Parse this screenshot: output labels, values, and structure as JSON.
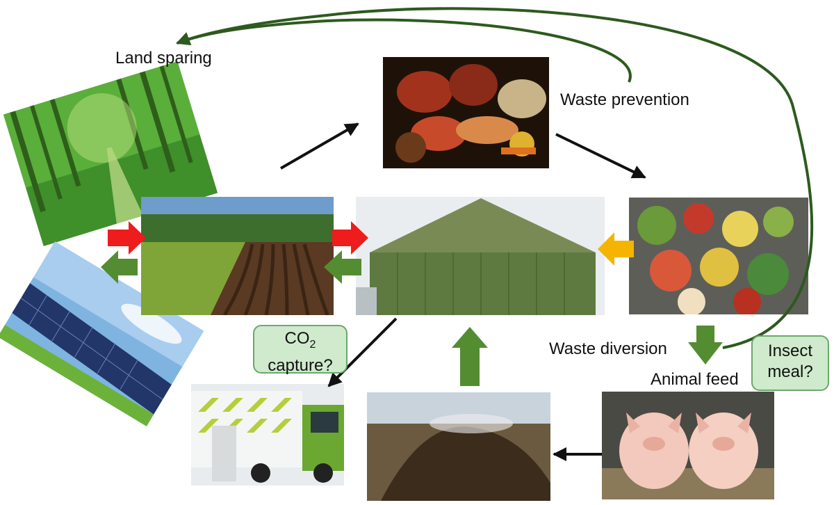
{
  "labels": {
    "land_sparing": "Land sparing",
    "waste_prevention": "Waste prevention",
    "waste_diversion": "Waste diversion",
    "animal_feed": "Animal feed"
  },
  "boxes": {
    "co2_prefix": "CO",
    "co2_sub": "2",
    "co2_suffix": "capture?",
    "insect_line1": "Insect",
    "insect_line2": "meal?"
  },
  "colors": {
    "black_arrow": "#111111",
    "red_arrow": "#ee1c1c",
    "green_arrow": "#548c32",
    "amber_arrow": "#f5b400",
    "curve": "#2d5a1e",
    "box_fill": "#cfeacc",
    "box_border": "#6aa86a"
  }
}
